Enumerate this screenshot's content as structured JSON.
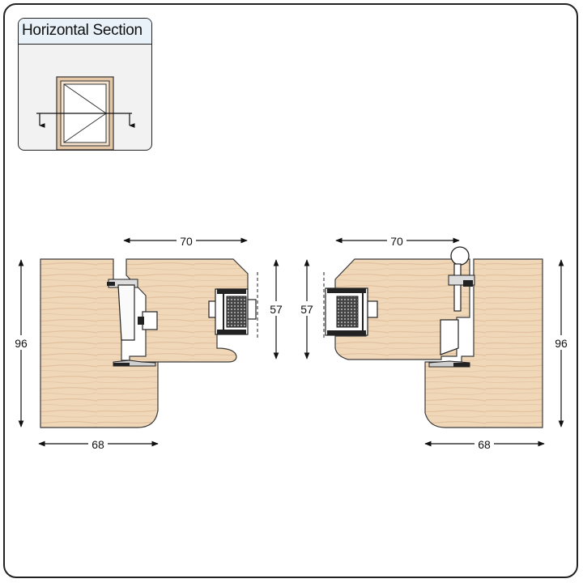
{
  "key": {
    "title": "Horizontal Section"
  },
  "dimensions": {
    "left_top_width": "70",
    "right_top_width": "70",
    "left_height": "96",
    "right_height": "96",
    "left_inner_height": "57",
    "right_inner_height": "57",
    "left_bottom_width": "68",
    "right_bottom_width": "68"
  },
  "colors": {
    "timber": "#f0d7b8",
    "timber_grain": "#e2c29f",
    "outline": "#3a3a3a",
    "seal": "#222222",
    "key_background": "#f2f2f2",
    "key_title_background": "#e9f2f8"
  }
}
